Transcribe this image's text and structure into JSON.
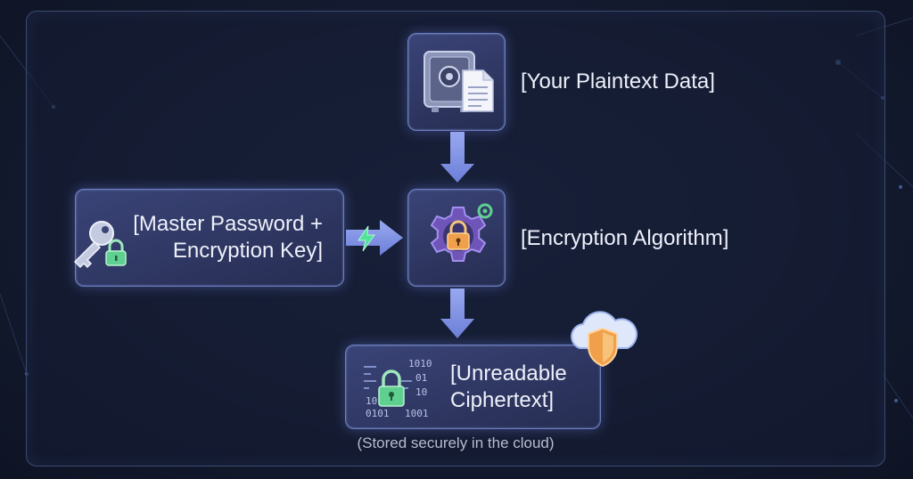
{
  "nodes": {
    "plaintext": {
      "label": "[Your Plaintext Data]"
    },
    "algorithm": {
      "label": "[Encryption Algorithm]"
    },
    "key": {
      "label_line1": "[Master Password +",
      "label_line2": "Encryption Key]"
    },
    "ciphertext": {
      "label_line1": "[Unreadable",
      "label_line2": "Ciphertext]",
      "caption": "(Stored securely in the cloud)"
    }
  },
  "binary_glyphs": [
    "1010",
    "01",
    "10",
    "10",
    "0101",
    "1001"
  ],
  "icons": [
    "safe-icon",
    "document-icon",
    "gear-icon",
    "padlock-icon",
    "key-icon",
    "lightning-icon",
    "binary-lock-icon",
    "cloud-icon",
    "shield-icon"
  ],
  "colors": {
    "accent": "#6c7fc4",
    "arrow": "#7b8ee0",
    "lock_green": "#5fd08f",
    "lock_orange": "#f0a04a",
    "lightning": "#4fe39a",
    "text": "#eef1fa",
    "caption": "#b7bdd0"
  }
}
